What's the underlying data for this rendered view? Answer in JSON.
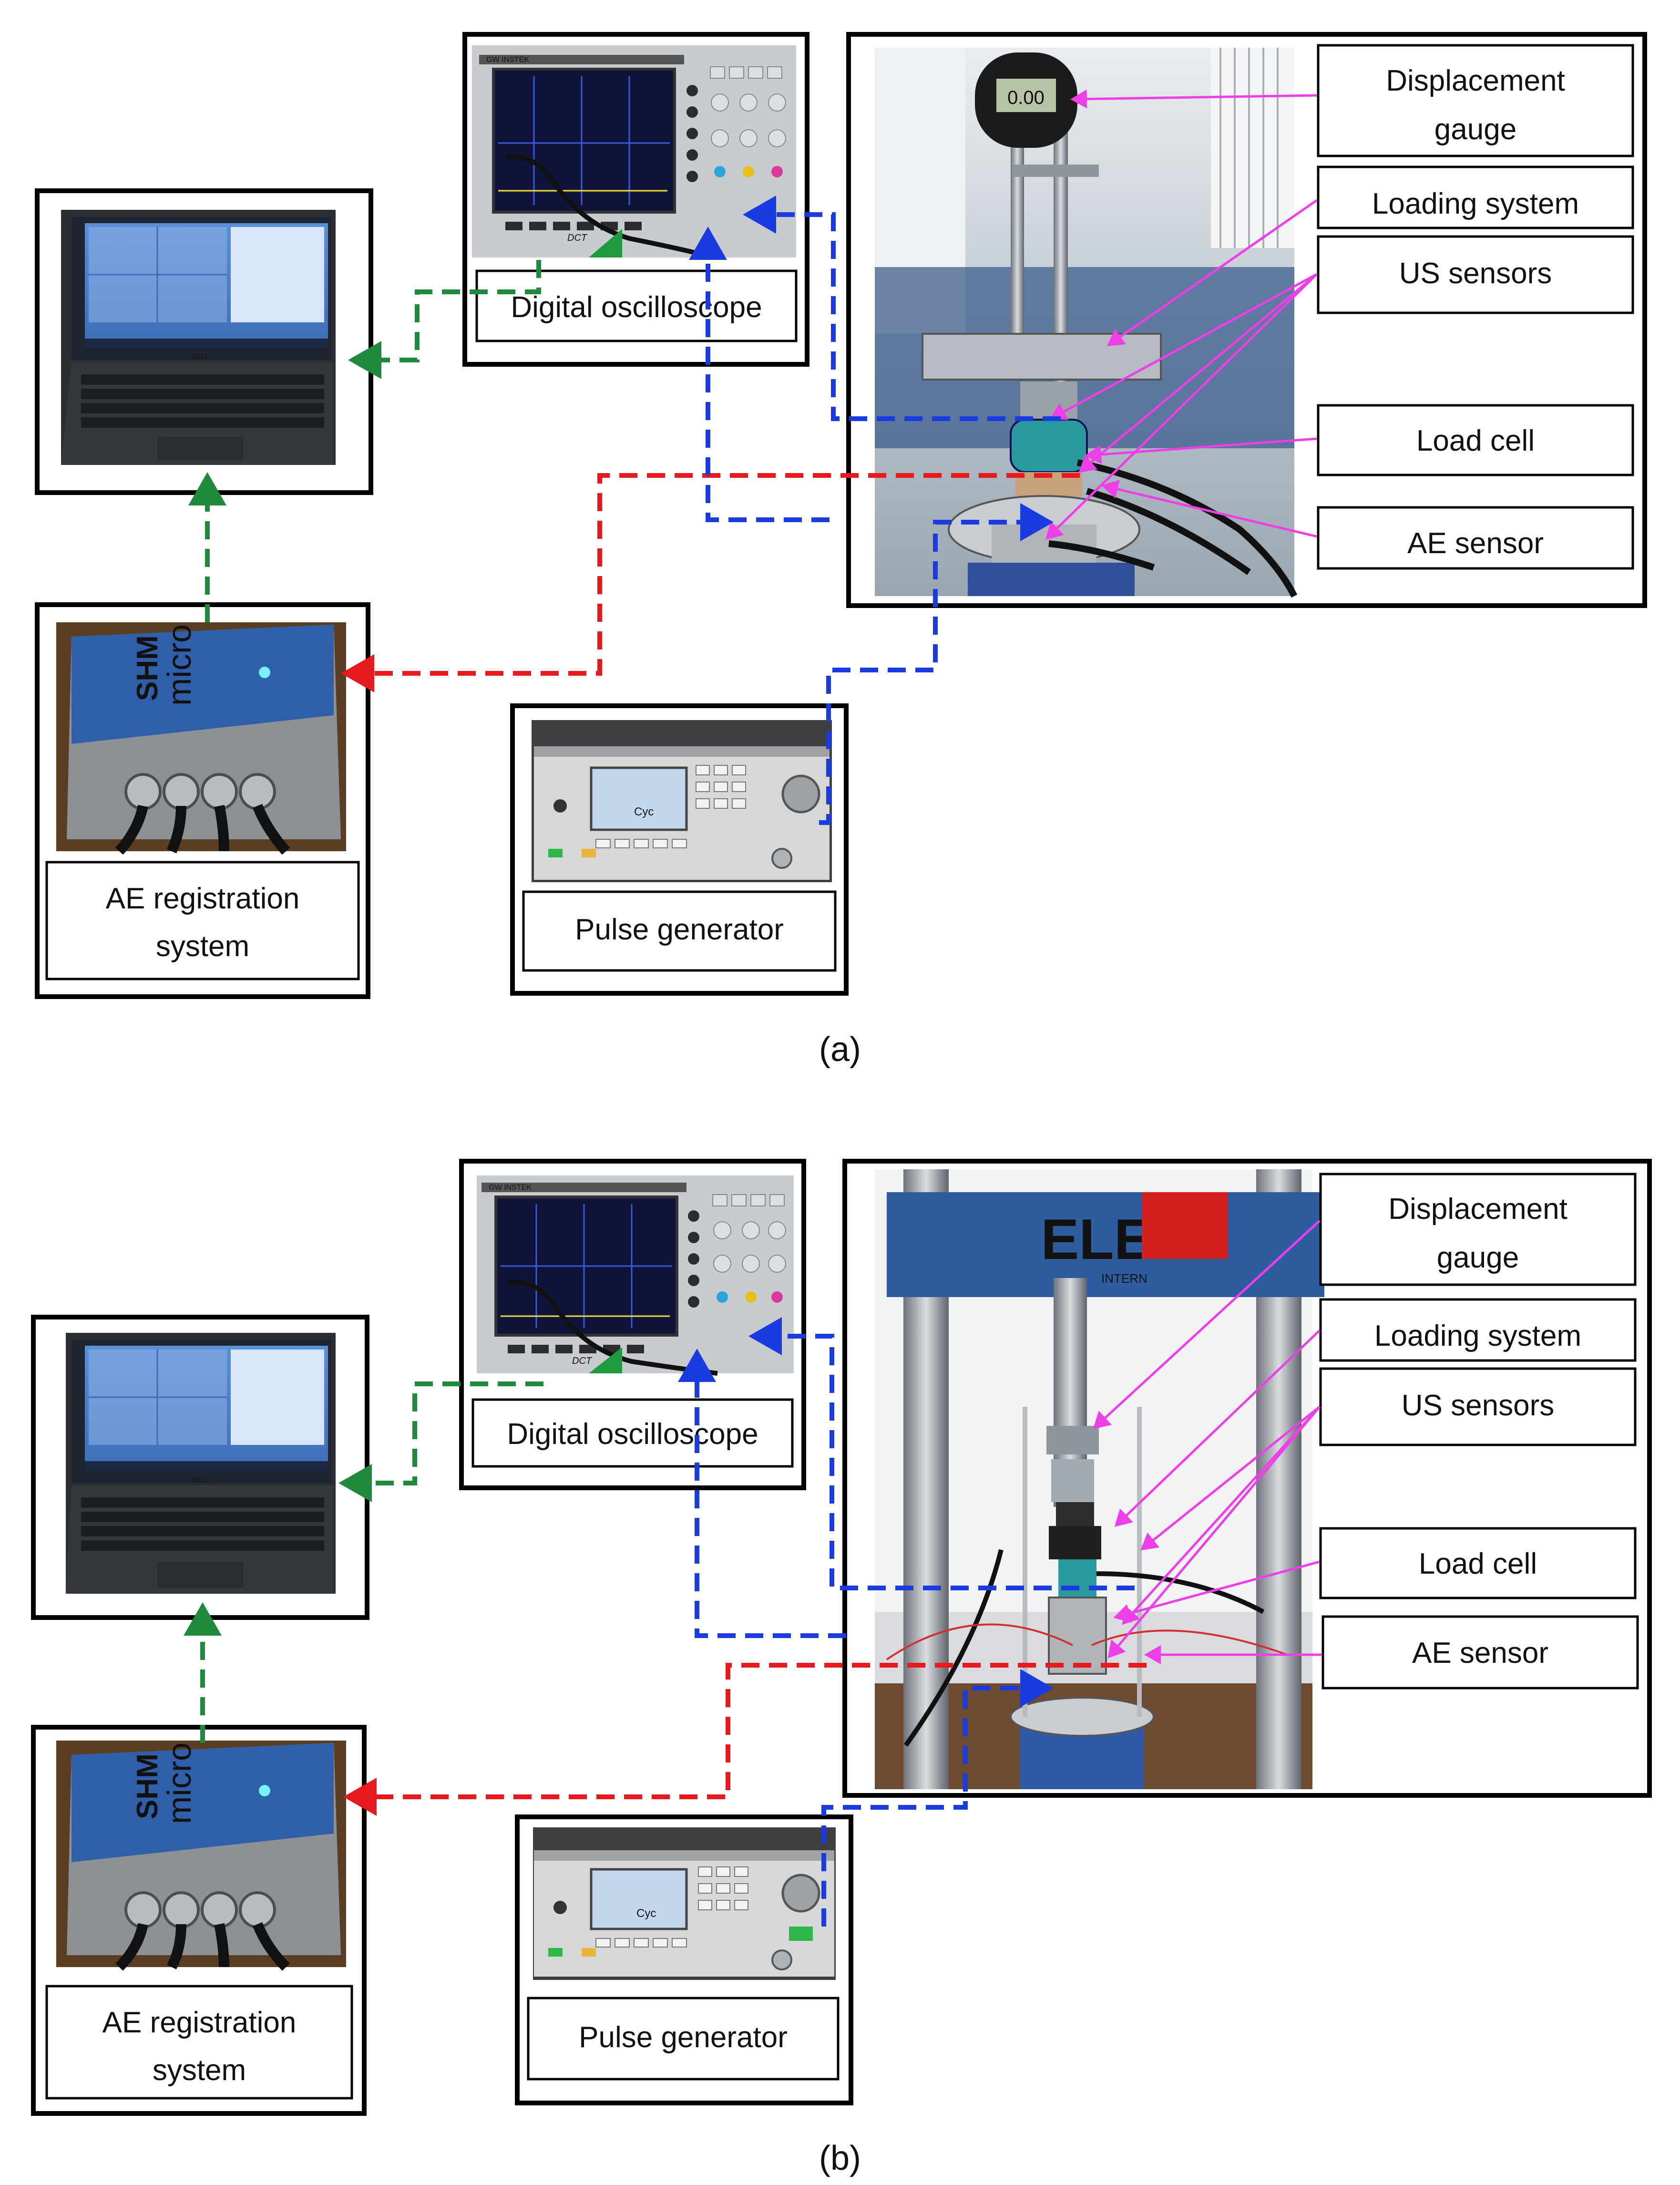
{
  "labels": {
    "displacement_gauge": [
      "Displacement",
      "gauge"
    ],
    "loading_system": "Loading system",
    "us_sensors": "US sensors",
    "load_cell": "Load cell",
    "ae_sensor": "AE sensor",
    "digital_oscilloscope": "Digital oscilloscope",
    "pulse_generator": "Pulse generator",
    "ae_registration_system": [
      "AE registration",
      "system"
    ]
  },
  "subfigure_a": "(a)",
  "subfigure_b": "(b)",
  "photo_text": {
    "oscilloscope_brand": "GW INSTEK",
    "laptop_brand": "DELL",
    "ae_box_brand": "micro",
    "ae_box_logo": "SHM",
    "dct_badge": "DCT",
    "pulse_screen": "Cyc",
    "frame_brand": "ELE",
    "frame_sub": "INTERN",
    "gauge_readout": "0.00"
  },
  "colors": {
    "frame": "#000000",
    "us_link": "#1a3be0",
    "ae_link": "#e8191c",
    "data_link": "#1f8a3c",
    "callout": "#ee3ee8"
  }
}
